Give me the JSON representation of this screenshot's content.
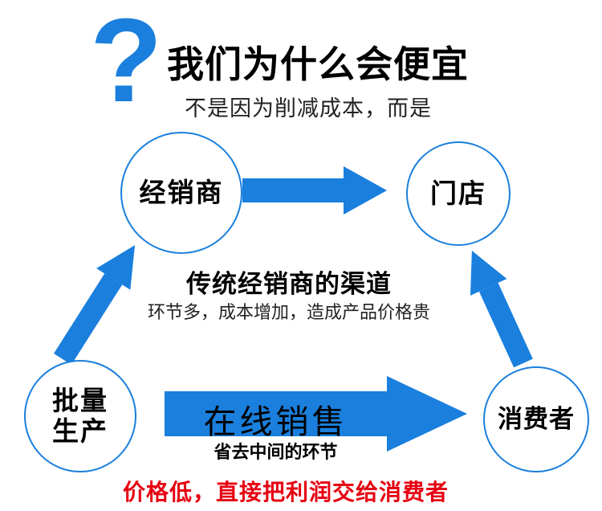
{
  "colors": {
    "accent_blue": "#1a7fdd",
    "footer_red": "#e60012",
    "text_black": "#000000"
  },
  "header": {
    "question_mark": "?",
    "title": "我们为什么会便宜",
    "subtitle": "不是因为削减成本，而是"
  },
  "diagram": {
    "nodes": {
      "distributor": "经销商",
      "store": "门店",
      "production_line1": "批量",
      "production_line2": "生产",
      "consumer": "消费者"
    },
    "traditional": {
      "title": "传统经销商的渠道",
      "desc": "环节多，成本增加，造成产品价格贵"
    },
    "online": {
      "label": "在线销售",
      "desc": "省去中间的环节"
    }
  },
  "footer": {
    "text": "价格低，直接把利润交给消费者"
  }
}
